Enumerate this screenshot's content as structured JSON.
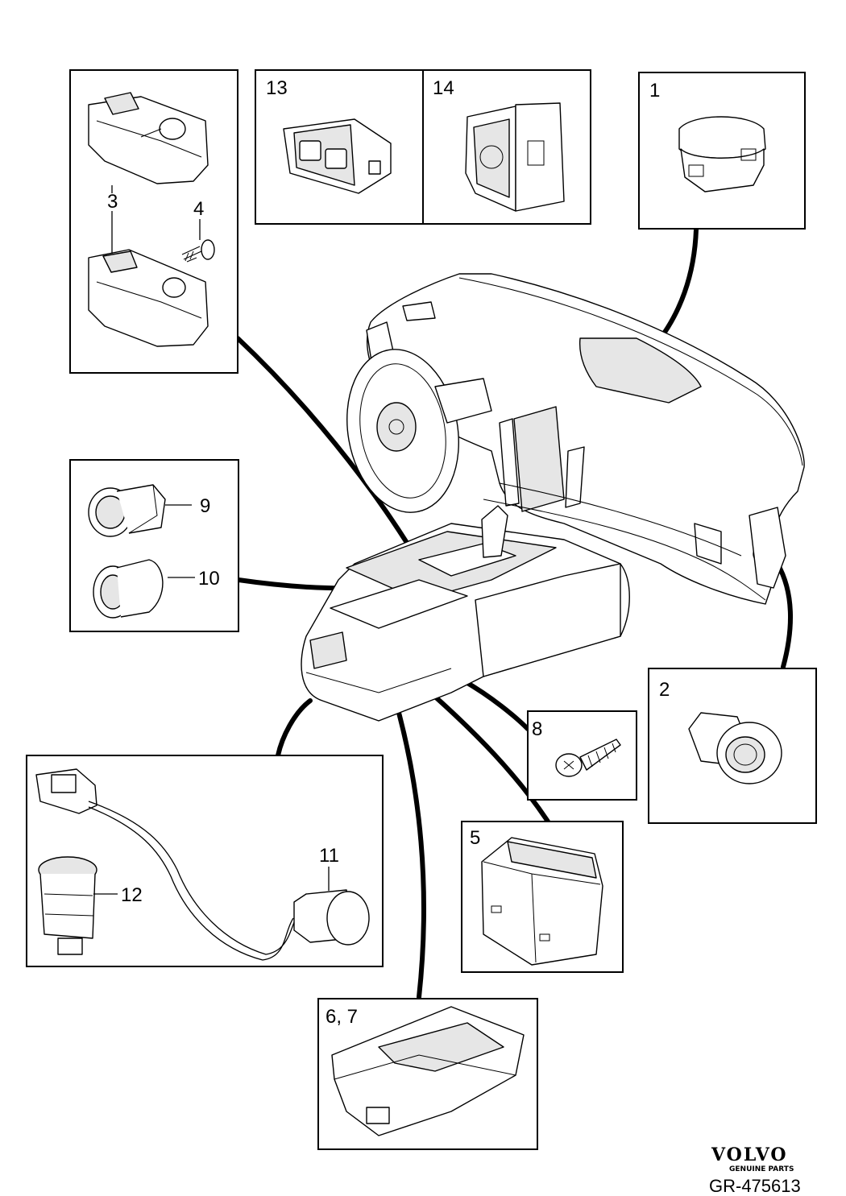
{
  "callouts": {
    "c1": "1",
    "c2": "2",
    "c3": "3",
    "c4": "4",
    "c5": "5",
    "c67": "6, 7",
    "c8": "8",
    "c9": "9",
    "c10": "10",
    "c11": "11",
    "c12": "12",
    "c13": "13",
    "c14": "14"
  },
  "logo": {
    "brand": "VOLVO",
    "tagline": "GENUINE PARTS"
  },
  "reference": "GR-475613"
}
